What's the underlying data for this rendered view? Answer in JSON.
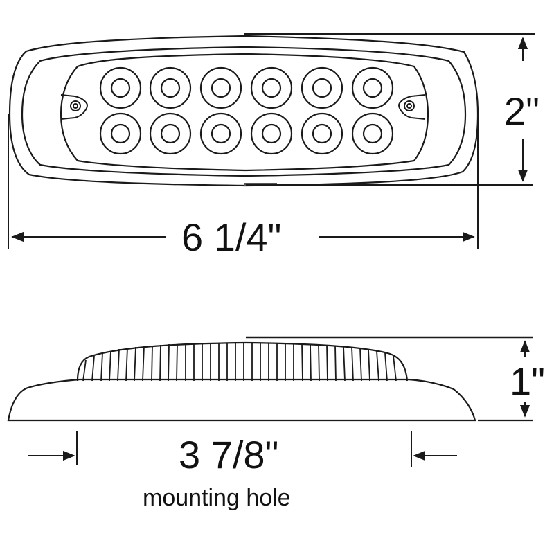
{
  "diagram": {
    "top_view": {
      "name": "LED marker light top view",
      "led_count": 12,
      "led_rows": 2,
      "led_cols": 6,
      "mounting_screws": 2
    },
    "dimensions": {
      "height": {
        "label": "2\"",
        "value_in": 2
      },
      "length": {
        "label": "6 1/4\"",
        "value_in": 6.25
      },
      "depth": {
        "label": "1\"",
        "value_in": 1
      },
      "mounting_hole": {
        "label": "3 7/8\"",
        "value_in": 3.875,
        "caption": "mounting hole"
      }
    },
    "side_view": {
      "name": "LED marker light side profile",
      "lens_ribs": 38
    },
    "colors": {
      "line": "#1a1a1a",
      "background": "#ffffff"
    }
  }
}
